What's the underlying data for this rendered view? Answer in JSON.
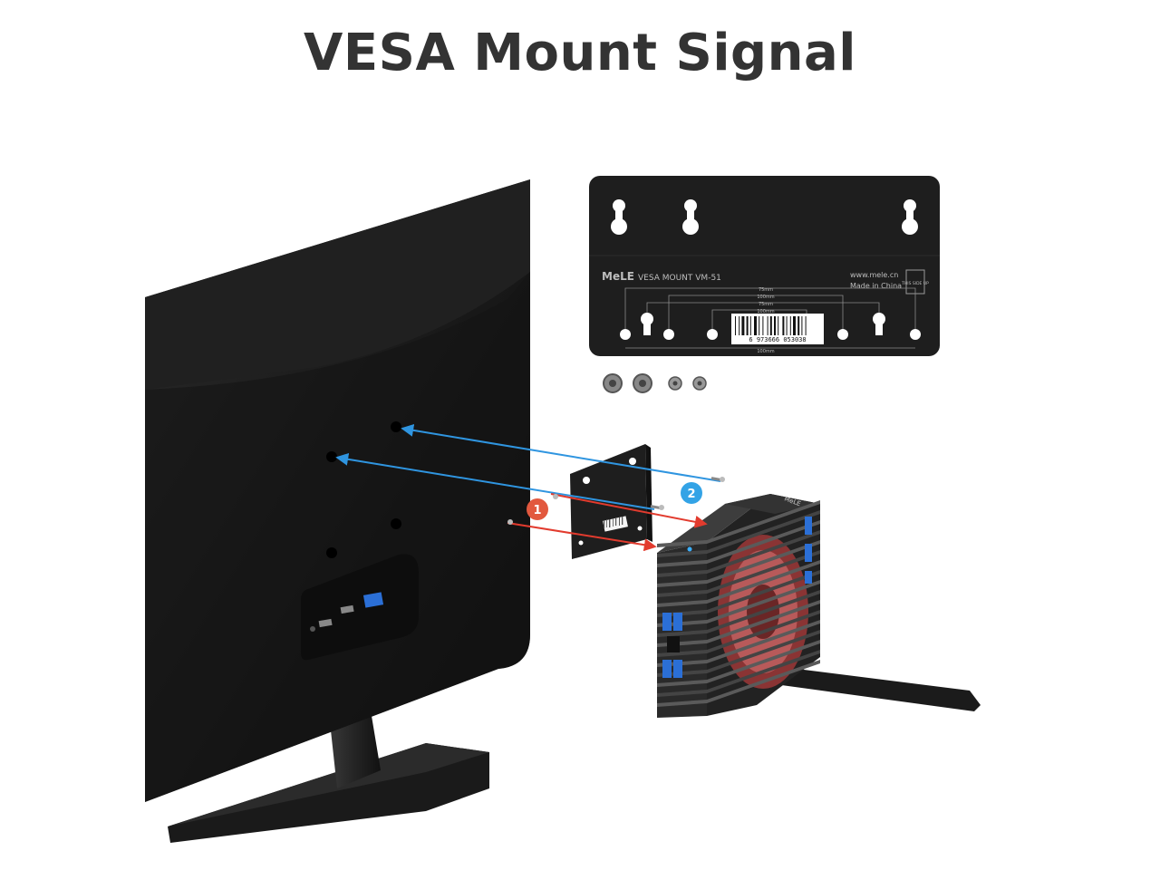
{
  "title": "VESA Mount Signal",
  "bracket": {
    "brand": "MeLE",
    "model": "VESA MOUNT VM-51",
    "website": "www.mele.cn",
    "origin": "Made in China",
    "orientation_mark": "THIS SIDE UP",
    "dimension_labels": [
      "75mm",
      "100mm",
      "75mm",
      "100mm"
    ],
    "bottom_dimension": "100mm",
    "barcode_number": "6 973666 053038"
  },
  "steps": [
    {
      "number": "1",
      "color": "#e2583e"
    },
    {
      "number": "2",
      "color": "#33a3e6"
    }
  ],
  "colors": {
    "monitor": "#1b1b1b",
    "bracket": "#1e1e1e",
    "arrow_red": "#e23b2e",
    "arrow_blue": "#2f95e0",
    "port_blue": "#2b6fd6"
  }
}
